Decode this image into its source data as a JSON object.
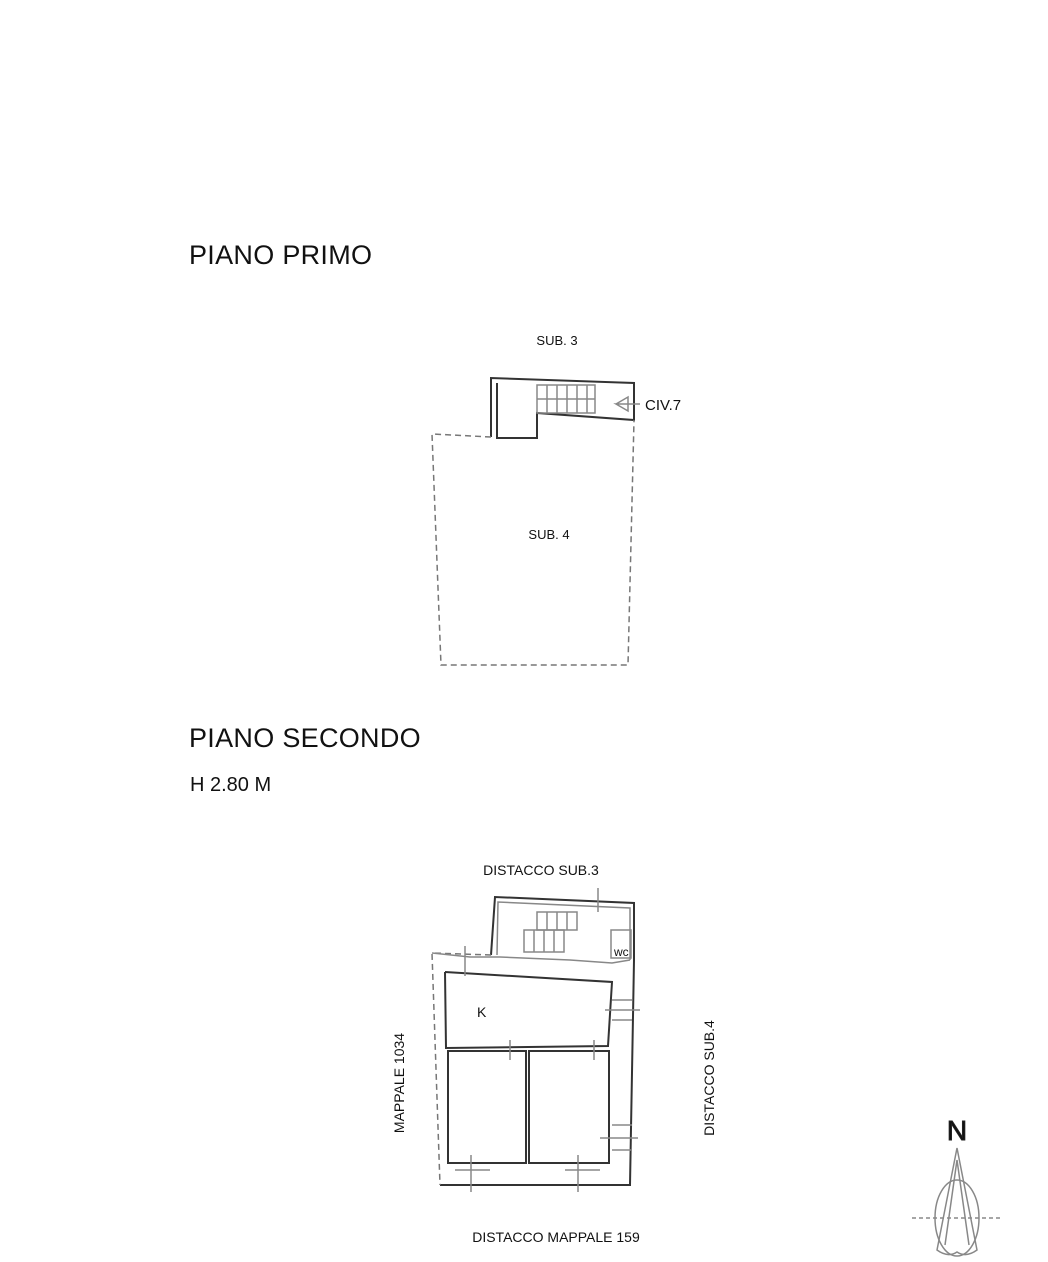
{
  "floors": {
    "first": {
      "title": "PIANO PRIMO",
      "label_top": "SUB. 3",
      "label_main": "SUB. 4",
      "entrance": "CIV.7"
    },
    "second": {
      "title": "PIANO SECONDO",
      "height": "H 2.80 M",
      "label_top": "DISTACCO SUB.3",
      "label_bottom": "DISTACCO MAPPALE 159",
      "label_left": "MAPPALE 1034",
      "label_right": "DISTACCO SUB.4",
      "room_k": "K",
      "room_wc": "wc"
    }
  },
  "compass": {
    "label": "N"
  }
}
